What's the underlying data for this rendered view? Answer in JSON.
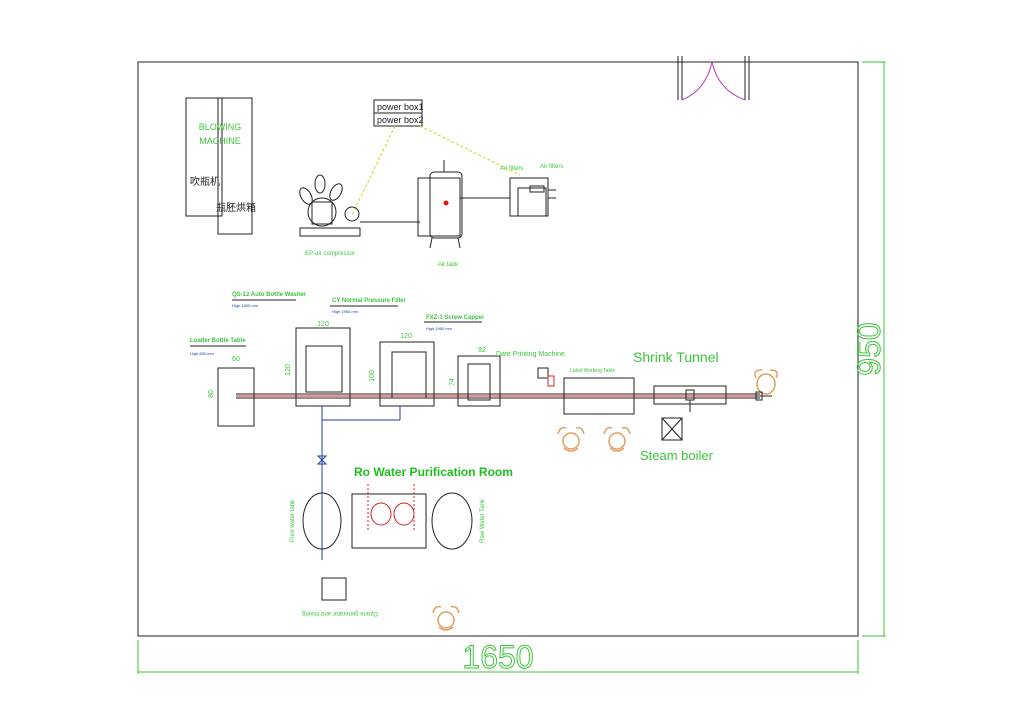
{
  "power_boxes": [
    "power box1",
    "power box2"
  ],
  "blowing_machine": {
    "line1": "BLOWING",
    "line2": "MACHINE",
    "cn1": "吹瓶机",
    "cn2": "瓶胚烘箱"
  },
  "air_compressor": "EP-air compressor",
  "air_tank": "Air tank",
  "air_filters": [
    "Air filters",
    "Air filters"
  ],
  "machines": {
    "loader": {
      "name": "Loader Bottle Table",
      "height": "High 850 mm",
      "dim_w": "60",
      "dim_h": "80"
    },
    "washer": {
      "name": "QS-12 Auto Bottle Washer",
      "height": "High 1800 mm",
      "dim_w": "120",
      "dim_h": "120"
    },
    "filler": {
      "name": "CY Normal Pressure Filler",
      "height": "High 1950 mm",
      "dim_w": "120",
      "dim_h": "100"
    },
    "capper": {
      "name": "FXZ-1 Screw Capper",
      "height": "High 1950 mm",
      "dim_w": "92",
      "dim_h": "74"
    }
  },
  "date_printing": "Date Printing Machine",
  "label_table": "Label Working Table",
  "shrink_tunnel": "Shrink Tunnel",
  "steam_boiler": "Steam boiler",
  "ro_room": "Ro Water Purification Room",
  "pure_tank": "Pure water tank",
  "raw_tank": "Raw Water Tank",
  "ozone": "Ozone generator and mixing",
  "dimensions": {
    "width": "1650",
    "height": "950"
  },
  "colors": {
    "line": "#222222",
    "dim": "#3cc43c",
    "accent_red": "#d92020",
    "worker": "#e0a060",
    "ro_title": "#1fbf1f"
  }
}
